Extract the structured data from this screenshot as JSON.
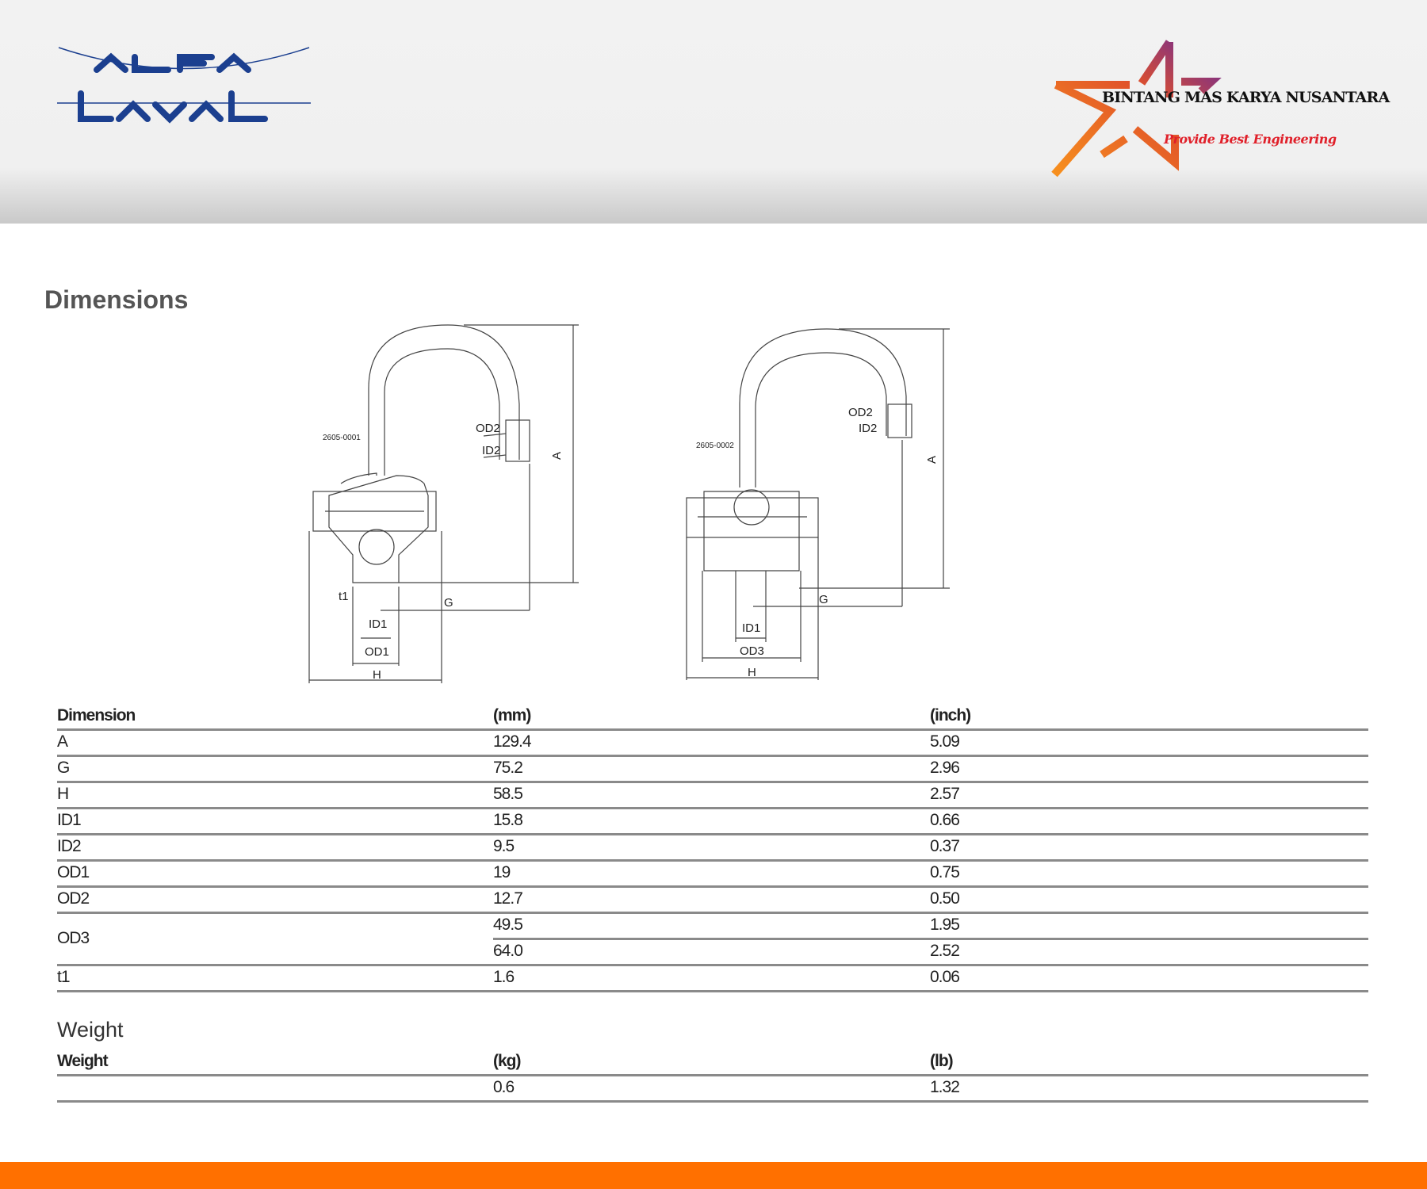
{
  "header": {
    "left_logo": "ALFA LAVAL",
    "right_logo": {
      "name": "BINTANG MAS KARYA NUSANTARA",
      "tagline": "Provide Best Engineering"
    }
  },
  "section_title": "Dimensions",
  "drawings": [
    {
      "code": "2605-0001",
      "labels": {
        "od2": "OD2",
        "id2": "ID2",
        "a": "A",
        "t1": "t1",
        "g": "G",
        "id1": "ID1",
        "od1": "OD1",
        "h": "H"
      }
    },
    {
      "code": "2605-0002",
      "labels": {
        "od2": "OD2",
        "id2": "ID2",
        "a": "A",
        "g": "G",
        "id1": "ID1",
        "od3": "OD3",
        "h": "H"
      }
    }
  ],
  "dimensions_table": {
    "headers": [
      "Dimension",
      "(mm)",
      "(inch)"
    ],
    "rows": [
      {
        "dim": "A",
        "mm": "129.4",
        "inch": "5.09"
      },
      {
        "dim": "G",
        "mm": "75.2",
        "inch": "2.96"
      },
      {
        "dim": "H",
        "mm": "58.5",
        "inch": "2.57"
      },
      {
        "dim": "ID1",
        "mm": "15.8",
        "inch": "0.66"
      },
      {
        "dim": "ID2",
        "mm": "9.5",
        "inch": "0.37"
      },
      {
        "dim": "OD1",
        "mm": "19",
        "inch": "0.75"
      },
      {
        "dim": "OD2",
        "mm": "12.7",
        "inch": "0.50"
      },
      {
        "dim": "OD3",
        "mm": "49.5",
        "inch": "1.95",
        "mm2": "64.0",
        "inch2": "2.52"
      },
      {
        "dim": "t1",
        "mm": "1.6",
        "inch": "0.06"
      }
    ]
  },
  "weight": {
    "title": "Weight",
    "headers": [
      "Weight",
      "(kg)",
      "(lb)"
    ],
    "row": {
      "label": "",
      "kg": "0.6",
      "lb": "1.32"
    }
  },
  "colors": {
    "accent": "#ff7000",
    "alfa_blue": "#1b3f8f"
  }
}
